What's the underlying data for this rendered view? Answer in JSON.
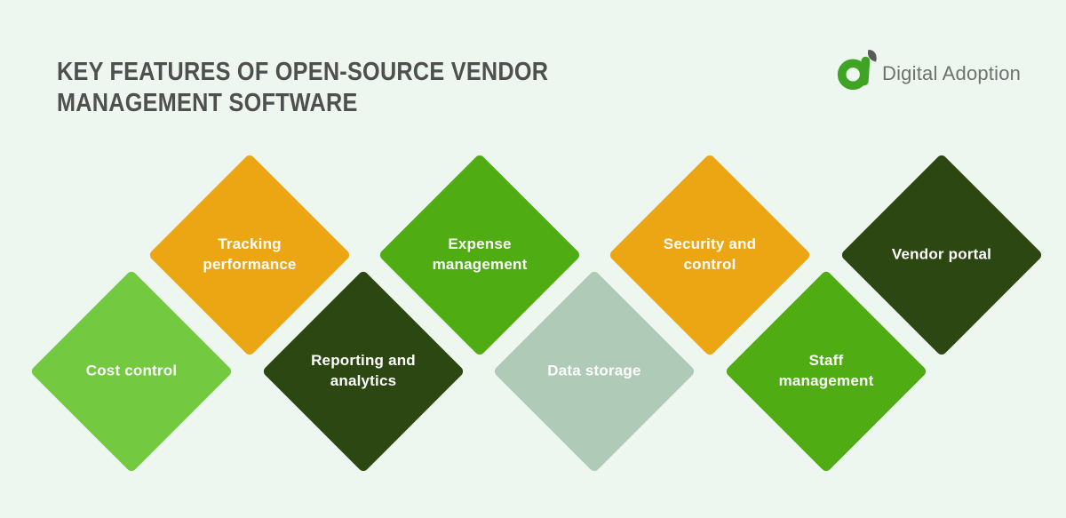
{
  "header": {
    "title": "KEY FEATURES OF OPEN-SOURCE VENDOR\nMANAGEMENT SOFTWARE",
    "logo_text": "Digital Adoption"
  },
  "colors": {
    "background": "#EDF6EF",
    "title_text": "#4F4F4F",
    "diamond_text": "#FFFFFF",
    "orange": "#ECA613",
    "light_green": "#73C940",
    "medium_green": "#4FAC12",
    "dark_green": "#2C4711",
    "sage": "#AFCBB8",
    "logo_green": "#3FA424",
    "logo_leaf_gray": "#5A5A5A",
    "logo_text_gray": "#707070"
  },
  "diamonds": [
    {
      "label": "Tracking\nperformance",
      "color": "#ECA613"
    },
    {
      "label": "Expense\nmanagement",
      "color": "#4FAC12"
    },
    {
      "label": "Security and\ncontrol",
      "color": "#ECA613"
    },
    {
      "label": "Vendor portal",
      "color": "#2C4711"
    },
    {
      "label": "Cost control",
      "color": "#73C940"
    },
    {
      "label": "Reporting and\nanalytics",
      "color": "#2C4711"
    },
    {
      "label": "Data storage",
      "color": "#AFCBB8"
    },
    {
      "label": "Staff\nmanagement",
      "color": "#4FAC12"
    }
  ]
}
